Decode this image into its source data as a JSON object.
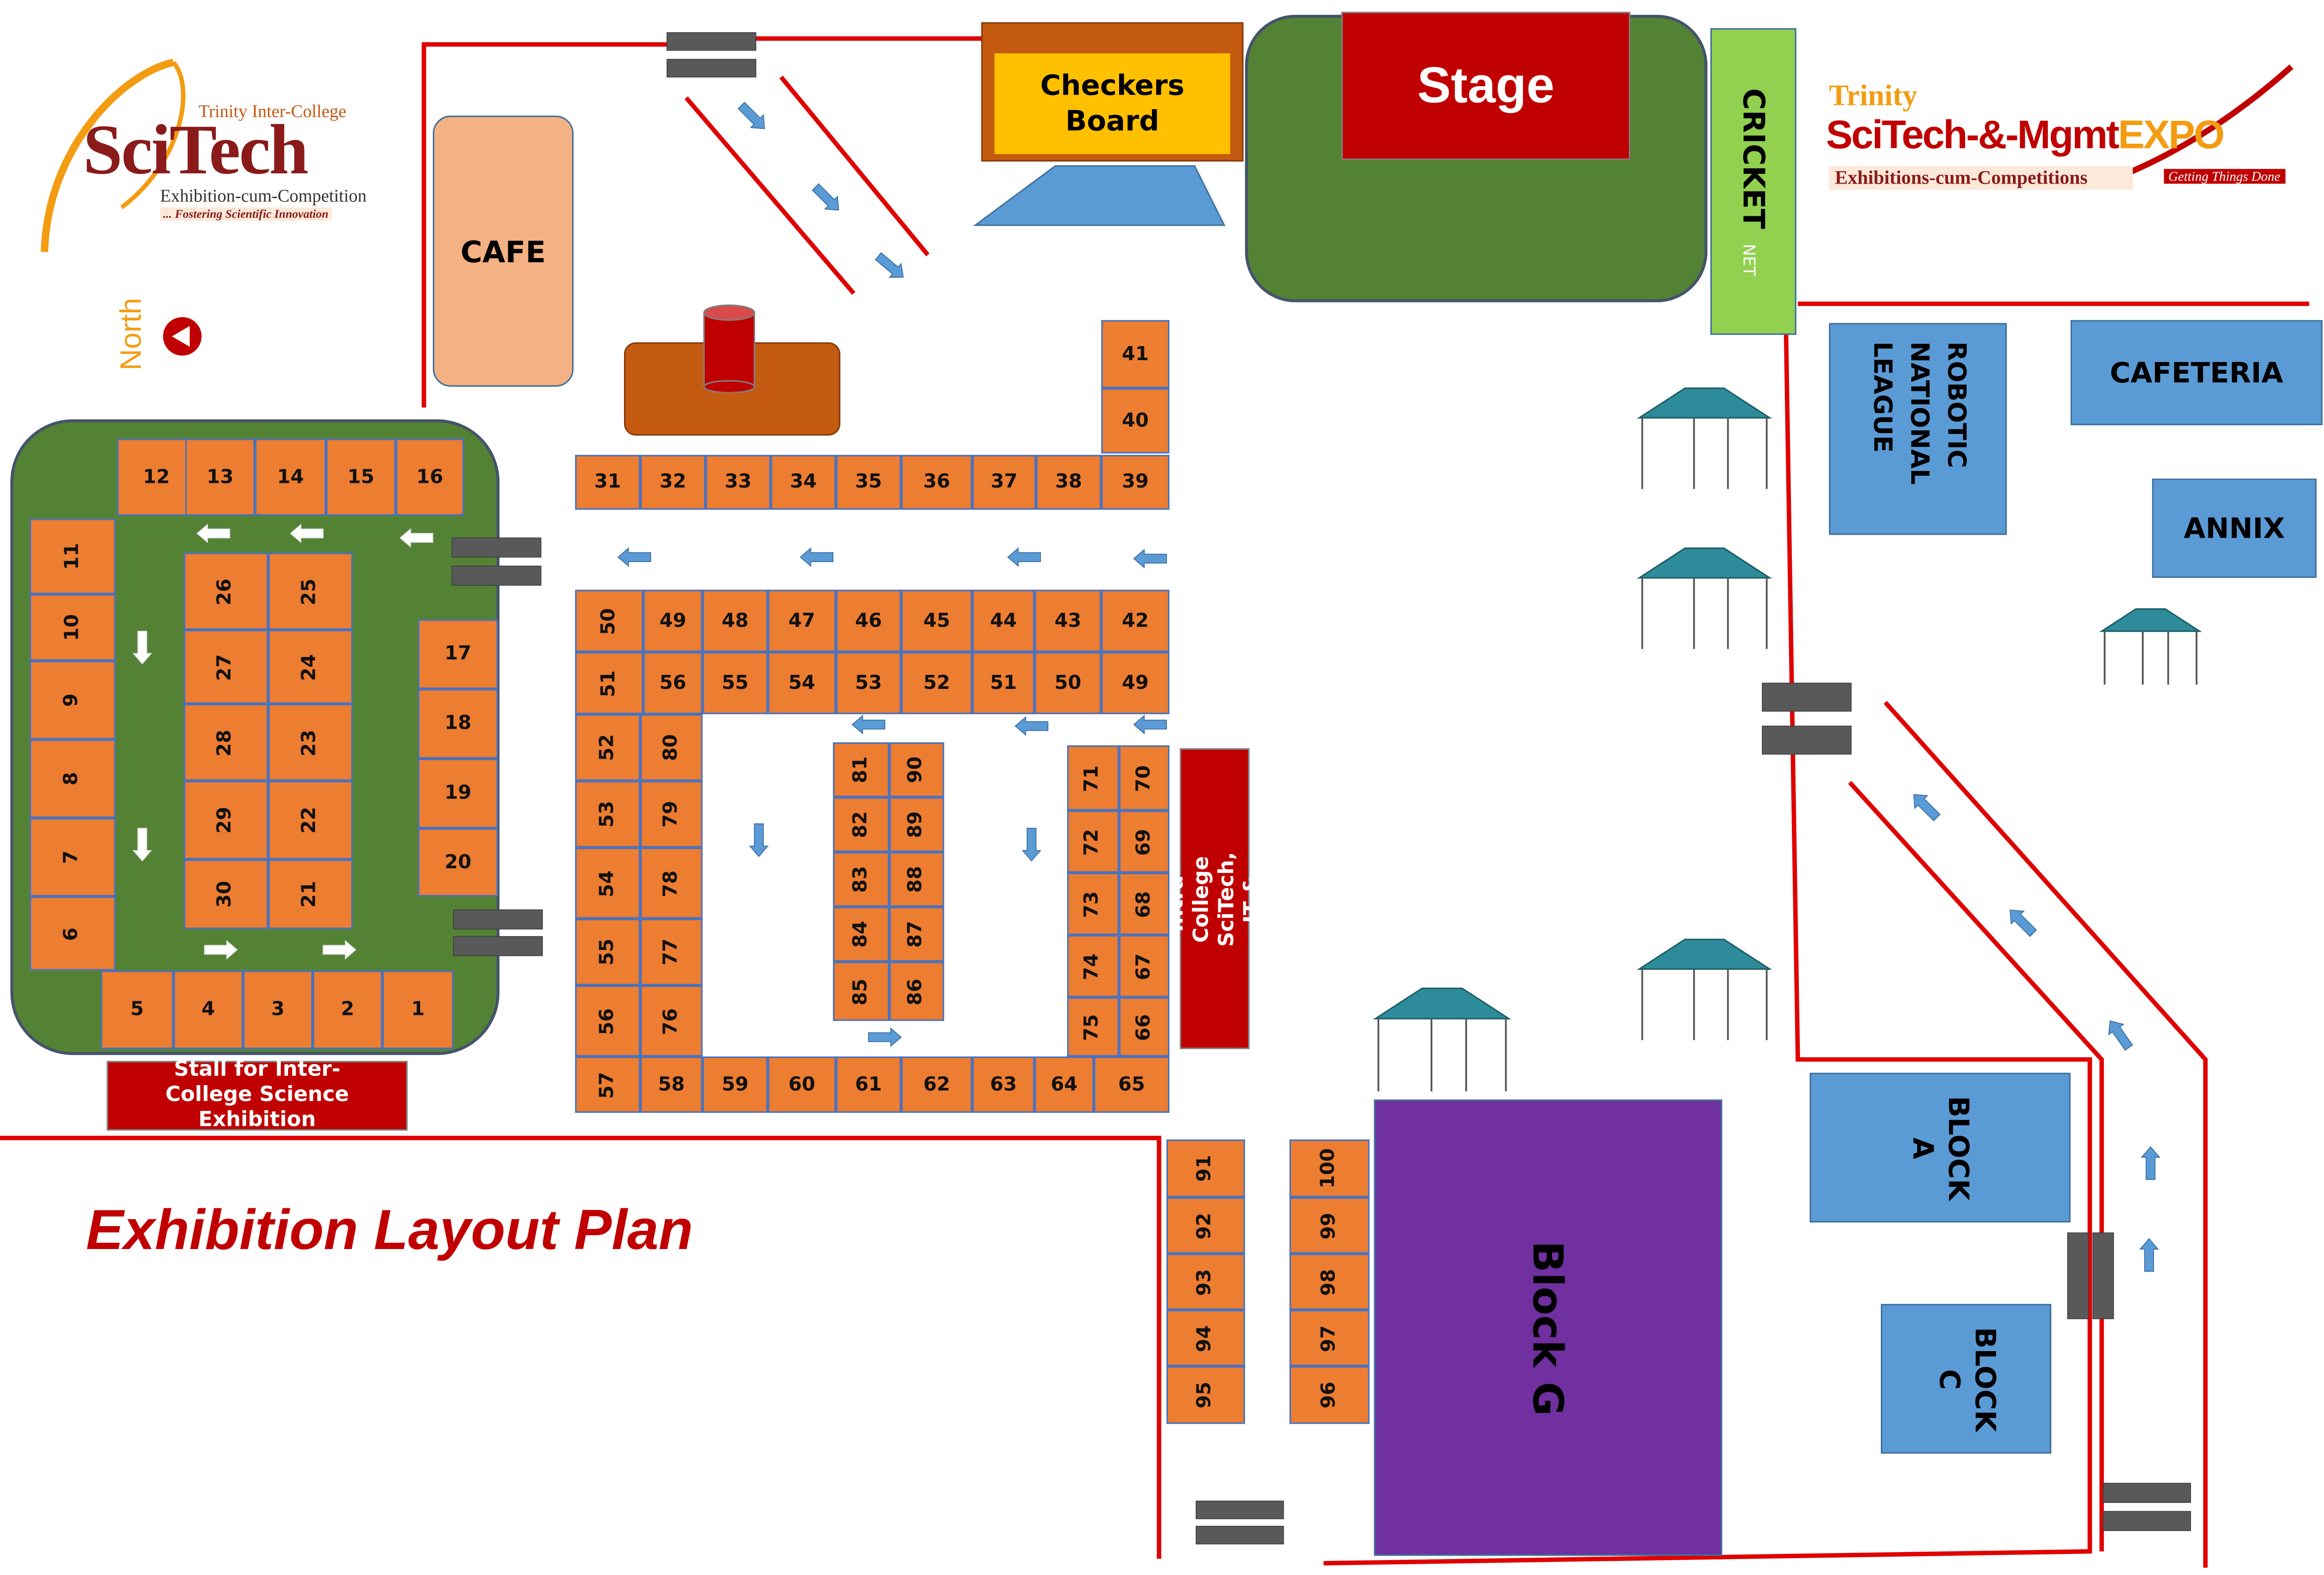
{
  "title": "Exhibition Layout Plan",
  "north_label": "North",
  "left_logo": {
    "line1": "Trinity Inter-College",
    "name": "SciTech",
    "line2": "Exhibition-cum-Competition",
    "tagline": "... Fostering Scientific Innovation"
  },
  "right_logo": {
    "line1": "Trinity",
    "name_a": "SciTech-&-Mgmt",
    "name_b": "E",
    "name_c": "XPO",
    "line2": "Exhibitions-cum-Competitions",
    "tagline": "Getting Things Done"
  },
  "areas": {
    "cafe": "CAFE",
    "checkers": "Checkers Board",
    "stage": "Stage",
    "cricket": "CRICKET",
    "cricket_sub": "NET",
    "rnl": "ROBOTIC NATIONAL LEAGUE",
    "cafeteria": "CAFETERIA",
    "annix": "ANNIX",
    "block_a": "BLOCK A",
    "block_c": "BLOCK C",
    "block_g": "Block G",
    "inter_college_stall": "Stall for Inter-College Science Exhibition",
    "intra_college_stall": "Stall for Intra-College SciTech, IT & Mgmt."
  },
  "colors": {
    "stall": "#ed7d31",
    "lawn": "#548235",
    "building": "#5b9bd5",
    "label_red": "#c00000",
    "block_g": "#7030a0",
    "cricket": "#92d050",
    "checkers": "#ffc000",
    "path_line": "#e00000"
  },
  "stalls": {
    "s1": "1",
    "s2": "2",
    "s3": "3",
    "s4": "4",
    "s5": "5",
    "s6": "6",
    "s7": "7",
    "s8": "8",
    "s9": "9",
    "s10": "10",
    "s11": "11",
    "s12": "12",
    "s13": "13",
    "s14": "14",
    "s15": "15",
    "s16": "16",
    "s17": "17",
    "s18": "18",
    "s19": "19",
    "s20": "20",
    "s21": "21",
    "s22": "22",
    "s23": "23",
    "s24": "24",
    "s25": "25",
    "s26": "26",
    "s27": "27",
    "s28": "28",
    "s29": "29",
    "s30": "30",
    "s31": "31",
    "s32": "32",
    "s33": "33",
    "s34": "34",
    "s35": "35",
    "s36": "36",
    "s37": "37",
    "s38": "38",
    "s39": "39",
    "s40": "40",
    "s41": "41",
    "s42": "42",
    "s43": "43",
    "s44": "44",
    "s45": "45",
    "s46": "46",
    "s47": "47",
    "s48": "48",
    "s49": "49",
    "s50": "50",
    "s51": "51",
    "s52": "52",
    "s53": "53",
    "s54": "54",
    "s55": "55",
    "s56": "56",
    "s57": "57",
    "s58": "58",
    "s59": "59",
    "s60": "60",
    "s61": "61",
    "s62": "62",
    "s63": "63",
    "s64": "64",
    "s65": "65",
    "s66": "66",
    "s67": "67",
    "s68": "68",
    "s69": "69",
    "s70": "70",
    "s71": "71",
    "s72": "72",
    "s73": "73",
    "s74": "74",
    "s75": "75",
    "s76": "76",
    "s77": "77",
    "s78": "78",
    "s79": "79",
    "s80": "80",
    "s81": "81",
    "s82": "82",
    "s83": "83",
    "s84": "84",
    "s85": "85",
    "s86": "86",
    "s87": "87",
    "s88": "88",
    "s89": "89",
    "s90": "90",
    "s91": "91",
    "s92": "92",
    "s93": "93",
    "s94": "94",
    "s95": "95",
    "s96": "96",
    "s97": "97",
    "s98": "98",
    "s99": "99",
    "s100": "100",
    "s49b": "49",
    "s50b": "50",
    "s51b": "51",
    "s55b": "55",
    "s56b": "56"
  }
}
